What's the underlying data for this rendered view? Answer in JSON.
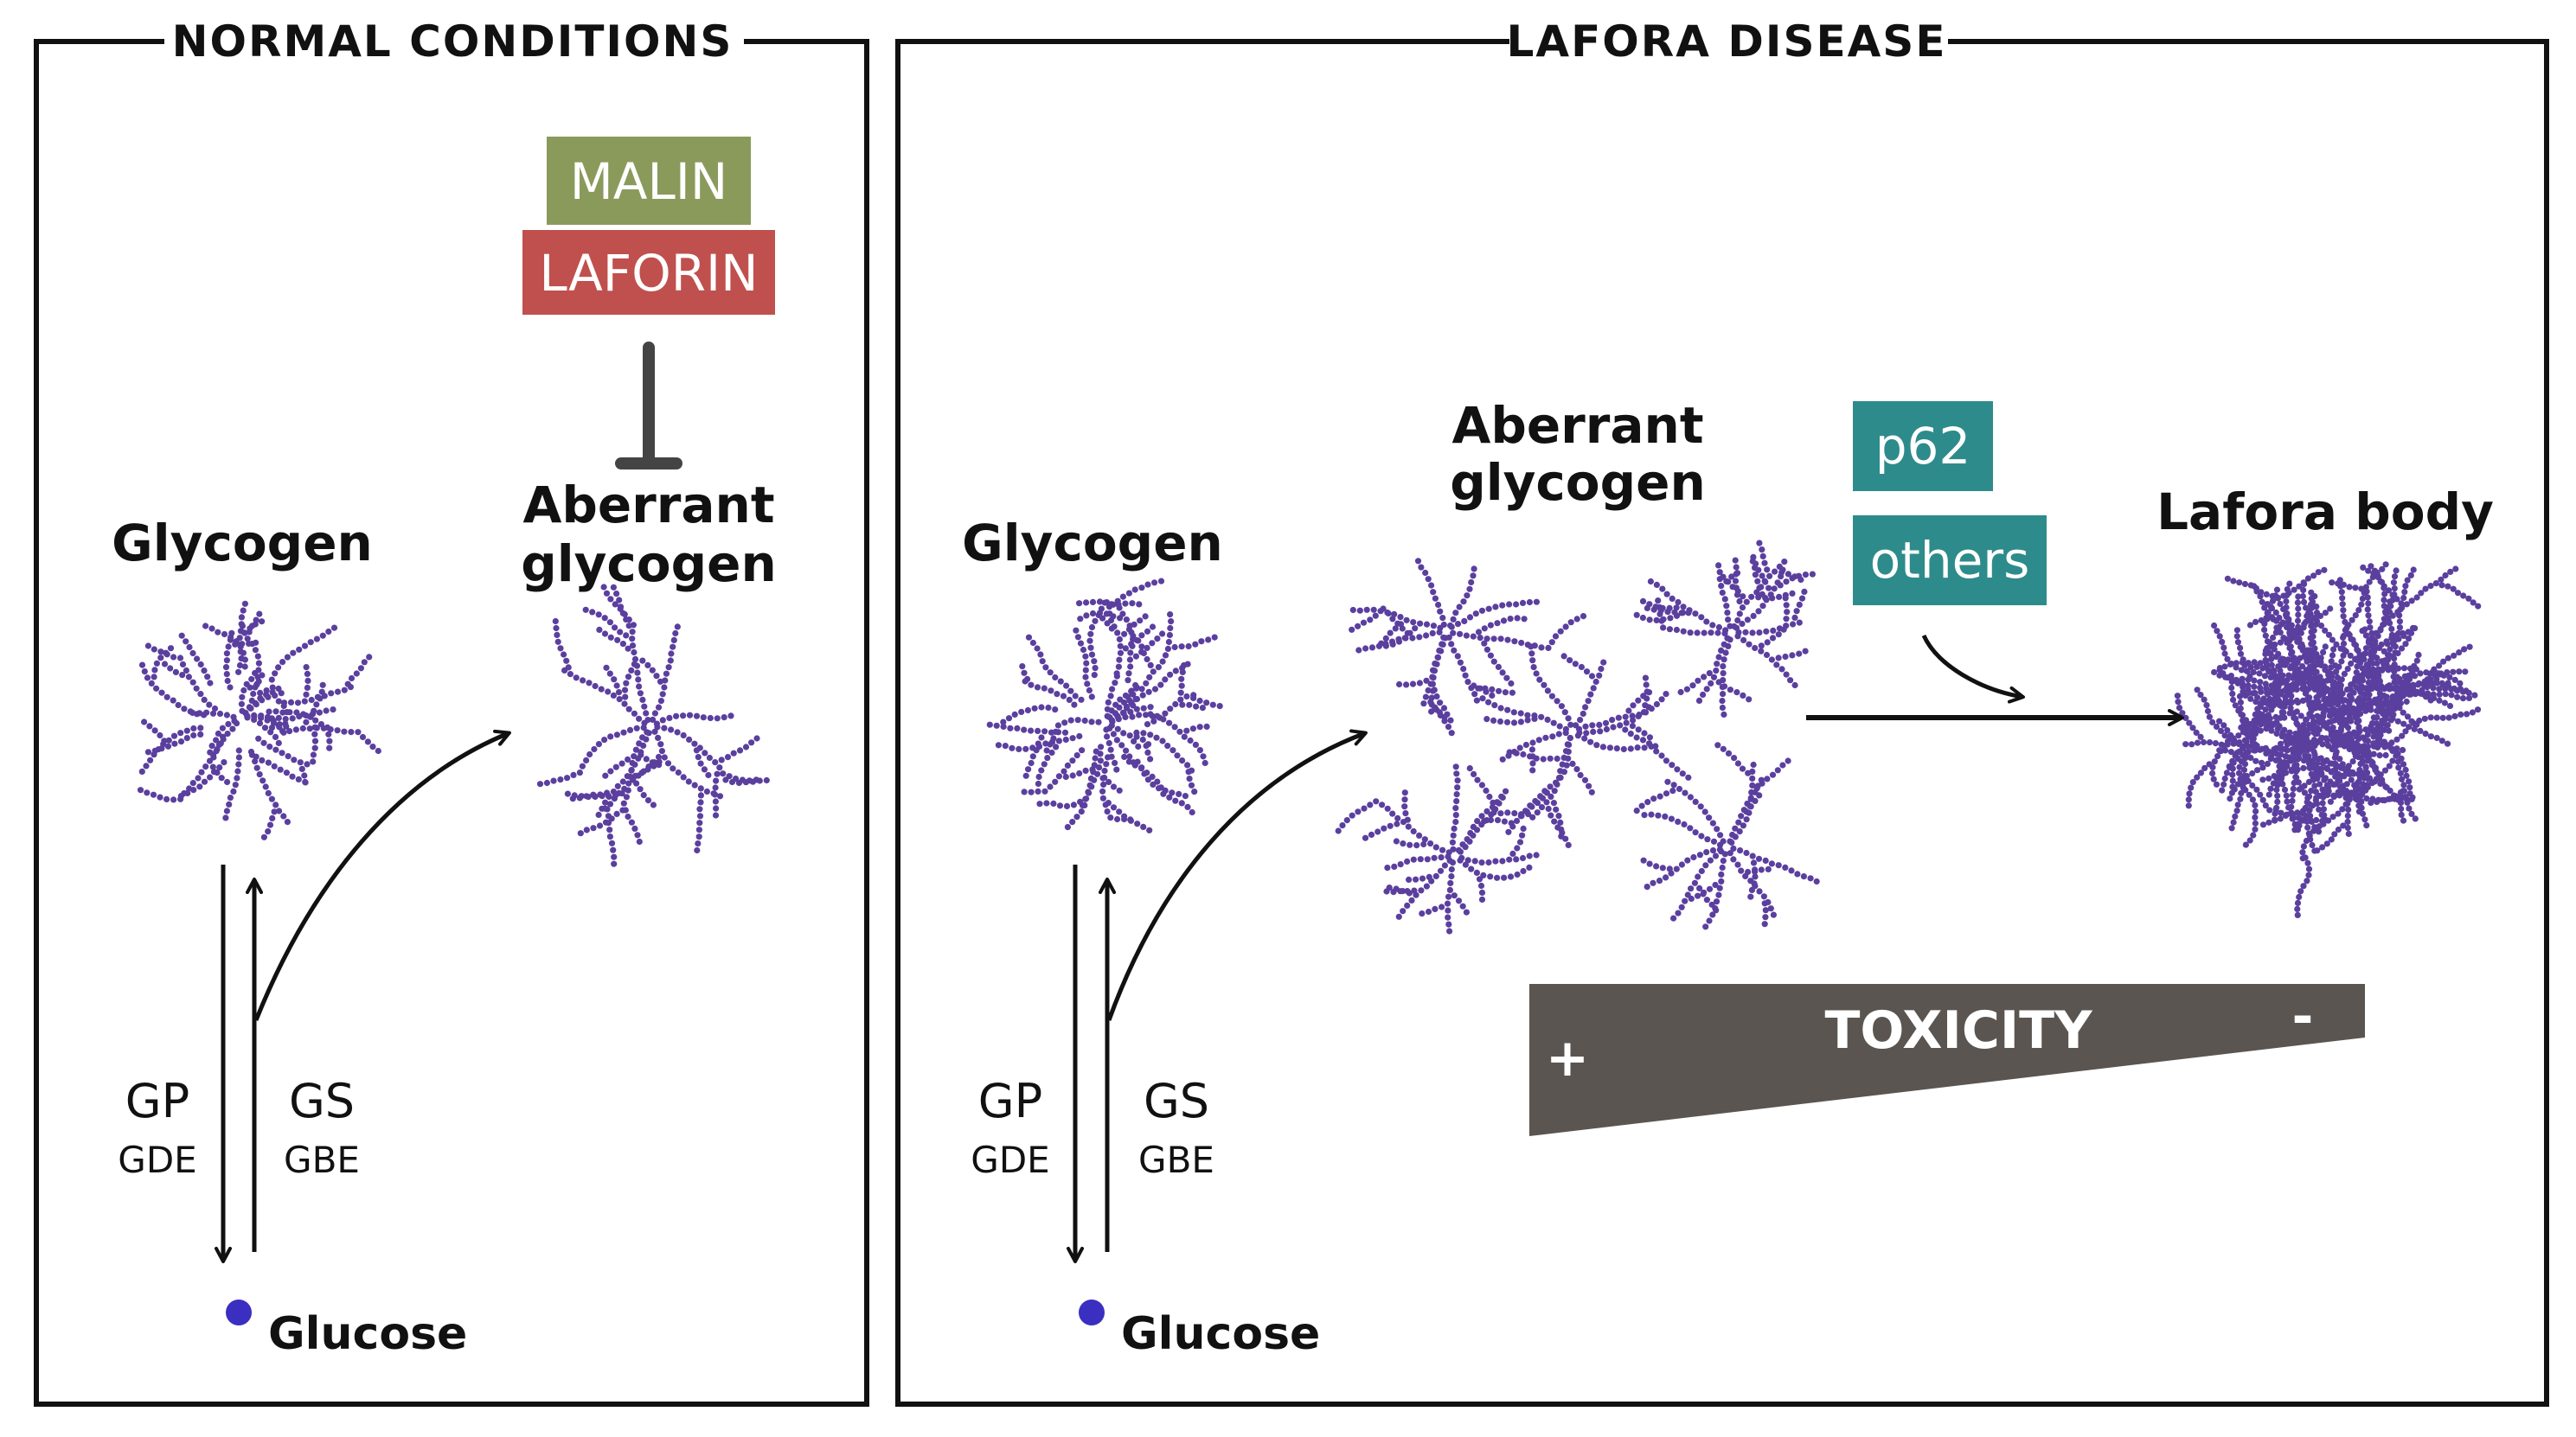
{
  "panels": {
    "normal": {
      "title": "NORMAL CONDITIONS",
      "glycogen_label": "Glycogen",
      "aberrant_label_line1": "Aberrant",
      "aberrant_label_line2": "glycogen",
      "malin_label": "MALIN",
      "laforin_label": "LAFORIN",
      "gp_label": "GP",
      "gde_label": "GDE",
      "gs_label": "GS",
      "gbe_label": "GBE",
      "glucose_label": "Glucose"
    },
    "lafora": {
      "title": "LAFORA DISEASE",
      "glycogen_label": "Glycogen",
      "aberrant_label_line1": "Aberrant",
      "aberrant_label_line2": "glycogen",
      "p62_label": "p62",
      "others_label": "others",
      "lafora_body_label": "Lafora body",
      "gp_label": "GP",
      "gde_label": "GDE",
      "gs_label": "GS",
      "gbe_label": "GBE",
      "glucose_label": "Glucose",
      "toxicity_label": "TOXICITY",
      "toxicity_plus": "+",
      "toxicity_minus": "-"
    }
  },
  "colors": {
    "malin": "#8a9a5b",
    "laforin": "#c0504d",
    "teal_box": "#2e8b8b",
    "glycogen_dots": "#5b3f9e",
    "glucose_dot": "#3a2fc0",
    "toxicity_fill": "#5a5550",
    "inhibitor": "#444444"
  }
}
